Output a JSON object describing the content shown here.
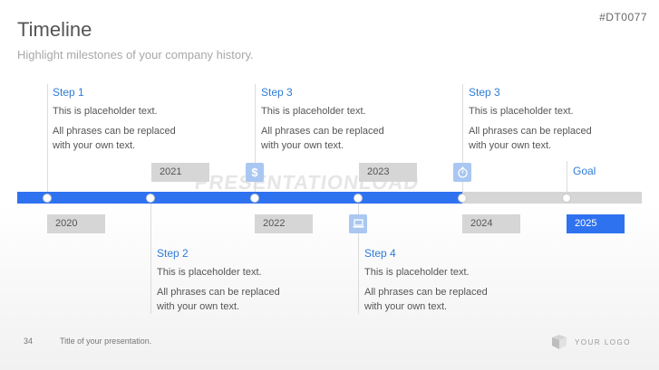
{
  "header": {
    "title": "Timeline",
    "subtitle": "Highlight milestones of your company history.",
    "code": "#DT0077"
  },
  "watermark": "PRESENTATIONLOAD",
  "steps_top": [
    {
      "title": "Step 1",
      "line1": "This is placeholder text.",
      "line2": "All phrases can be replaced with your own text."
    },
    {
      "title": "Step 3",
      "line1": "This is placeholder text.",
      "line2": "All phrases can be replaced with your own text."
    },
    {
      "title": "Step 3",
      "line1": "This is placeholder text.",
      "line2": "All phrases can be replaced with your own text."
    }
  ],
  "steps_bottom": [
    {
      "title": "Step 2",
      "line1": "This is placeholder text.",
      "line2": "All phrases can be replaced with your own text."
    },
    {
      "title": "Step 4",
      "line1": "This is placeholder text.",
      "line2": "All phrases can be replaced with your own text."
    }
  ],
  "years": [
    "2020",
    "2021",
    "2022",
    "2023",
    "2024",
    "2025"
  ],
  "goal": "Goal",
  "icons": [
    "dollar-icon",
    "laptop-icon",
    "stopwatch-icon"
  ],
  "colors": {
    "accent": "#2f72f0",
    "accent_text": "#2e7cd6",
    "inactive": "#d6d6d6",
    "icon_bg": "#a9c7f1"
  },
  "footer": {
    "page_number": "34",
    "presentation_title": "Title of your presentation.",
    "logo_text": "YOUR LOGO"
  }
}
